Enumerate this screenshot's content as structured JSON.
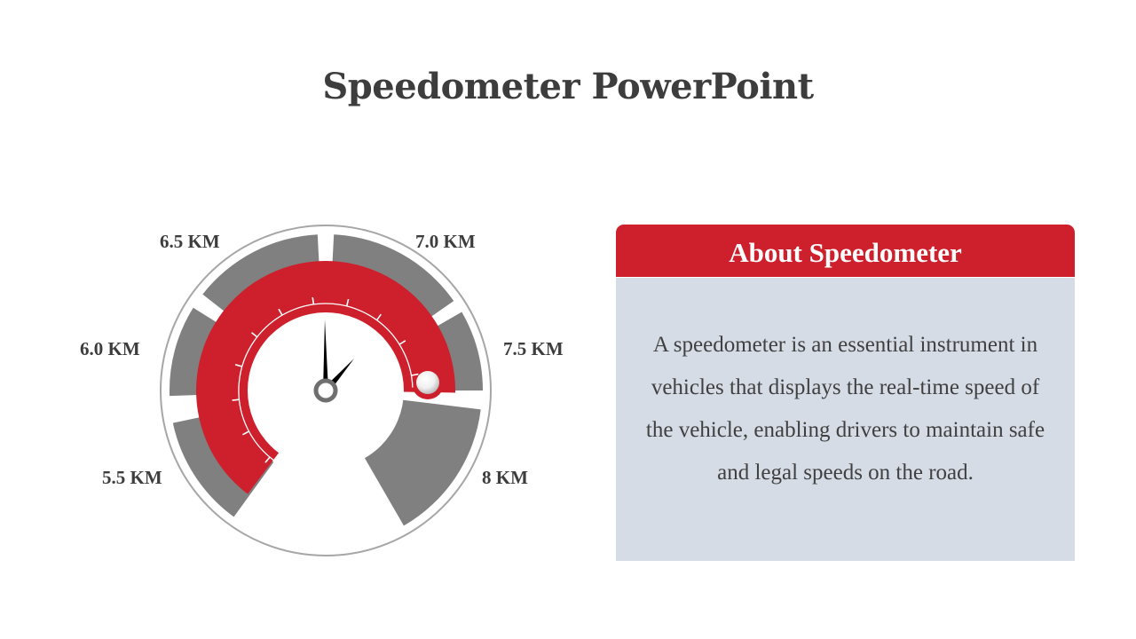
{
  "slide": {
    "title": "Speedometer PowerPoint"
  },
  "gauge": {
    "labels": [
      "5.5 KM",
      "6.0 KM",
      "6.5 KM",
      "7.0 KM",
      "7.5 KM",
      "8 KM"
    ],
    "colors": {
      "red": "#cd202c",
      "gray": "#808080",
      "ring": "#a6a6a6"
    }
  },
  "card": {
    "heading": "About Speedometer",
    "body": "A speedometer is an essential instrument in vehicles that displays the real-time speed of the vehicle, enabling drivers to maintain safe and legal speeds on the road."
  }
}
